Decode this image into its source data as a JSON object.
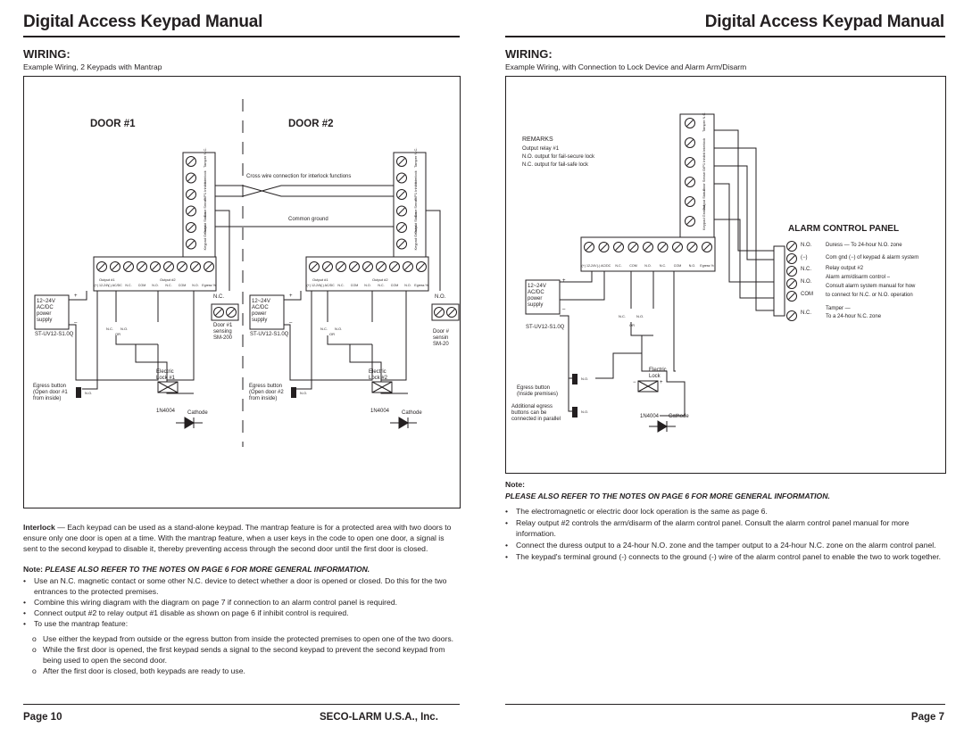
{
  "left_page": {
    "header_title": "Digital Access Keypad Manual",
    "section_heading": "WIRING:",
    "caption": "Example Wiring, 2 Keypads with Mantrap",
    "diagram": {
      "door1_label": "DOOR #1",
      "door2_label": "DOOR #2",
      "cross_wire_note": "Cross wire connection for interlock functions",
      "common_ground": "Common ground",
      "power_label": "12~24V\nAC/DC\npower\nsupply",
      "power_model": "ST-UV12-S1.0Q",
      "plus": "+",
      "minus": "–",
      "relay_nc": "N.C.",
      "relay_no": "N.O.",
      "relay_or": "OR",
      "sensor_nc": "N.C.",
      "sensor_no": "N.O.",
      "door1_sensing": "Door #1\nsensing\nSM-200",
      "door2_sensing": "Door #\nsensin\nSM-20",
      "lock1": "Electric\nLock #1",
      "lock2": "Electric\nLock #2",
      "egress1": "Egress button\n(Open door #1\nfrom inside)",
      "egress2": "Egress button\n(Open door #2\nfrom inside)",
      "egress_no": "N.O.",
      "diode": "1N4004",
      "cathode": "Cathode",
      "terminal_labels": [
        "(+)\n12-24V",
        "(-)\nAC/DC",
        "N.C.",
        "COM",
        "N.O.",
        "N.C.",
        "COM",
        "N.O.",
        "Egress\n%"
      ],
      "terminal_group_labels": [
        "Output #1",
        "Output #2"
      ],
      "side_terminal_labels": [
        "Tamper\nN.C.",
        "Interlock",
        "O/P1\nInhibit",
        "Door\nSense",
        "Output\nStatus",
        "Keypad\nGround"
      ]
    },
    "intro_bold": "Interlock",
    "intro_text": " — Each keypad can be used as a stand-alone keypad. The mantrap feature is for a protected area with two doors to ensure only one door is open at a time. With the mantrap feature, when a user keys in the code to open one door, a signal is sent to the second keypad to disable it, thereby preventing access through the second door until the first door is closed.",
    "note_prefix": "Note:",
    "note_text": " PLEASE ALSO REFER TO THE NOTES ON PAGE 6 FOR MORE GENERAL INFORMATION.",
    "bullets": [
      "Use an N.C. magnetic contact or some other N.C. device to detect whether a door is opened or closed. Do this for the two entrances to the protected premises.",
      "Combine this wiring diagram with the diagram on page 7 if connection to an alarm control panel is required.",
      "Connect output #2 to relay output #1 disable as shown on page 6 if inhibit control is required.",
      "To use the mantrap feature:"
    ],
    "sub_bullets": [
      "Use either the keypad from outside or the egress button from inside the protected premises to open one of the two doors.",
      "While the first door is opened, the first keypad sends a signal to the second keypad to prevent the second keypad from being used to open the second door.",
      "After the first door is closed, both keypads are ready to use."
    ],
    "bullet_marker": "•",
    "sub_marker": "o",
    "footer_page": "Page 10",
    "footer_company": "SECO-LARM U.S.A., Inc."
  },
  "right_page": {
    "header_title": "Digital Access Keypad Manual",
    "section_heading": "WIRING:",
    "caption": "Example Wiring, with Connection to Lock Device and Alarm Arm/Disarm",
    "diagram": {
      "remarks_title": "REMARKS",
      "remarks_lines": [
        "Output relay #1",
        "N.O. output for fail-secure lock",
        "N.C. output for fail-safe lock"
      ],
      "alarm_panel_title": "ALARM CONTROL PANEL",
      "panel_terminals": [
        "N.O.",
        "(−)",
        "N.C.",
        "N.O.",
        "COM",
        "N.C."
      ],
      "panel_notes": [
        "Duress — To 24-hour N.O. zone",
        "Com gnd (−) of keypad & alarm system",
        "Relay output #2",
        "Alarm arm/disarm control –",
        "Consult alarm system manual for how",
        "to connect for N.C. or N.O. operation",
        "Tamper —",
        "To a 24-hour N.C. zone"
      ],
      "power_label": "12~24V\nAC/DC\npower\nsupply",
      "power_model": "ST-UV12-S1.0Q",
      "plus": "+",
      "minus": "–",
      "relay_nc": "N.C.",
      "relay_no": "N.O.",
      "relay_or": "OR",
      "lock": "Electric\nLock",
      "egress": "Egress button\n(Inside premises)",
      "additional_egress": "Additional egress\nbuttons can be\nconnected in parallel",
      "egress_no": "N.O.",
      "diode": "1N4004",
      "cathode": "Cathode",
      "lock_minus": "−",
      "lock_plus": "+"
    },
    "note_heading": "Note:",
    "note_bold": "PLEASE ALSO REFER TO THE NOTES ON PAGE 6 FOR MORE GENERAL INFORMATION.",
    "bullets": [
      "The electromagnetic or electric door lock operation is the same as page 6.",
      "Relay output #2 controls the arm/disarm of the alarm control panel.  Consult the alarm control panel manual for more information.",
      "Connect the duress output to a 24-hour N.O. zone and the tamper output to a 24-hour N.C. zone on the alarm control panel.",
      "The keypad's terminal ground (-) connects to the ground (-) wire of the alarm control panel to enable the two to work together."
    ],
    "bullet_marker": "•",
    "footer_page": "Page 7"
  }
}
